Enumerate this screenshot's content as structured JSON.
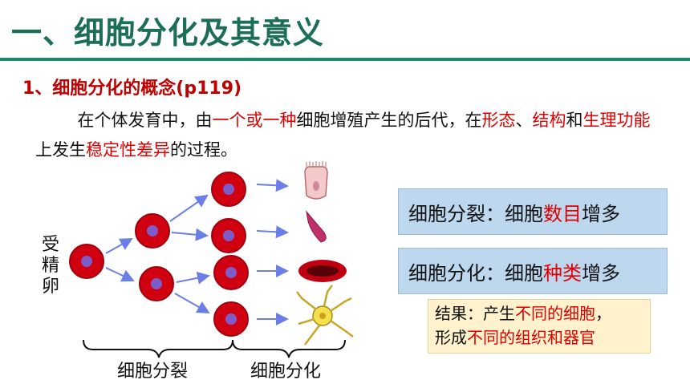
{
  "title": "一、细胞分化及其意义",
  "subtitle": "1、细胞分化的概念(p119)",
  "definition": {
    "p1": "在个体发育中，由",
    "r1": "一个或一种",
    "p2": "细胞增殖产生的后代，在",
    "r2": "形态",
    "p3": "、",
    "r3": "结构",
    "p4": "和",
    "r4": "生理功能",
    "p5": "上发生",
    "r5": "稳定性差异",
    "p6": "的过程。"
  },
  "diagram": {
    "zygote_label": [
      "受",
      "精",
      "卵"
    ],
    "brace_division_label": "细胞分裂",
    "brace_differentiation_label": "细胞分化"
  },
  "division_box": {
    "prefix": "细胞分裂：细胞",
    "highlight": "数目",
    "suffix": "增多"
  },
  "differentiation_box": {
    "prefix": "细胞分化：细胞",
    "highlight": "种类",
    "suffix": "增多"
  },
  "result": {
    "line1_prefix": "结果：产生",
    "line1_highlight": "不同的细胞",
    "line1_suffix": "，",
    "line2_prefix": "形成",
    "line2_highlight": "不同的组织和器官"
  },
  "colors": {
    "title": "#1d6e58",
    "rule": "#1d8a6c",
    "highlight": "#e00000",
    "cell": "#d00010",
    "nucleus": "#7e5cc8",
    "arrow": "#6a7ee8",
    "box": "#bdd7ee",
    "result_box": "#fff2cc"
  }
}
